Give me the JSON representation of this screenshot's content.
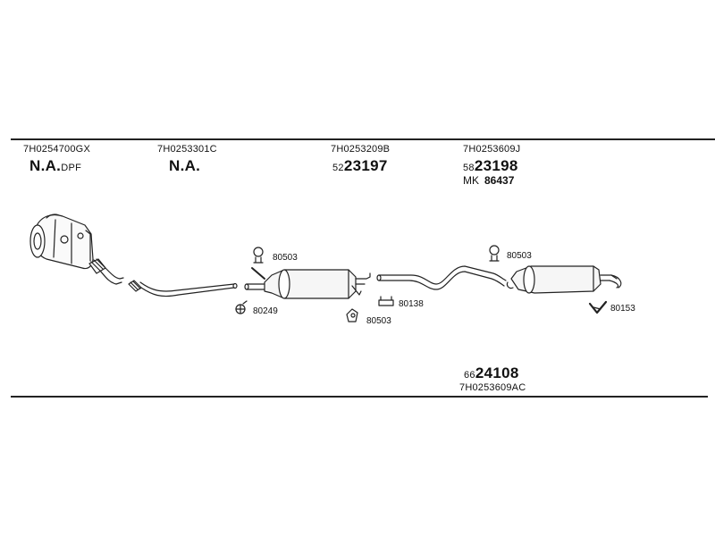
{
  "parts": {
    "p1": {
      "code": "7H0254700GX",
      "name": "N.A.",
      "suffix": "DPF"
    },
    "p2": {
      "code": "7H0253301C",
      "name": "N.A."
    },
    "p3": {
      "code": "7H0253209B",
      "prefix": "52",
      "number": "23197"
    },
    "p4": {
      "code": "7H0253609J",
      "prefix": "58",
      "number": "23198",
      "kit_prefix": "MK",
      "kit_number": "86437"
    },
    "p5": {
      "prefix": "66",
      "number": "24108",
      "code": "7H0253609AC"
    }
  },
  "accessories": {
    "a1": "80503",
    "a2": "80249",
    "a3": "80503",
    "a4": "80138",
    "a5": "80503",
    "a6": "80153"
  }
}
